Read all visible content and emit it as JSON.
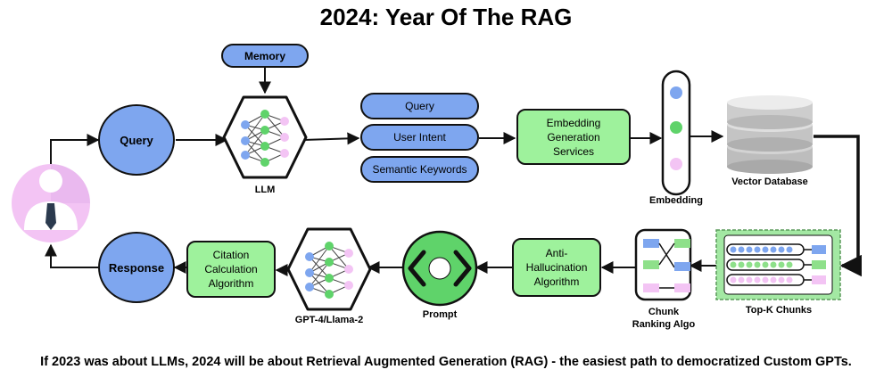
{
  "title": "2024: Year Of The RAG",
  "caption": "If 2023 was about LLMs, 2024 will be about Retrieval Augmented Generation (RAG) - the easiest path to democratized Custom GPTs.",
  "nodes": {
    "memory": "Memory",
    "query": "Query",
    "llm": "LLM",
    "outputs": [
      "Query",
      "User Intent",
      "Semantic Keywords"
    ],
    "embedding_services": "Embedding Generation Services",
    "embedding": "Embedding",
    "vector_db": "Vector Database",
    "topk": "Top-K Chunks",
    "chunk_ranking": "Chunk Ranking Algo",
    "anti_hallucination": "Anti-Hallucination Algorithm",
    "prompt": "Prompt",
    "gpt": "GPT-4/Llama-2",
    "citation": "Citation Calculation Algorithm",
    "response": "Response"
  },
  "colors": {
    "blue": "#7ea6ef",
    "green": "#9ef29c",
    "pink": "#f3c4f4",
    "purple": "#c9a0d8",
    "dark": "#111111"
  },
  "icons": {
    "user": "user-avatar-icon",
    "neural_net": "neural-network-icon",
    "code": "code-brackets-icon",
    "database": "database-icon"
  }
}
